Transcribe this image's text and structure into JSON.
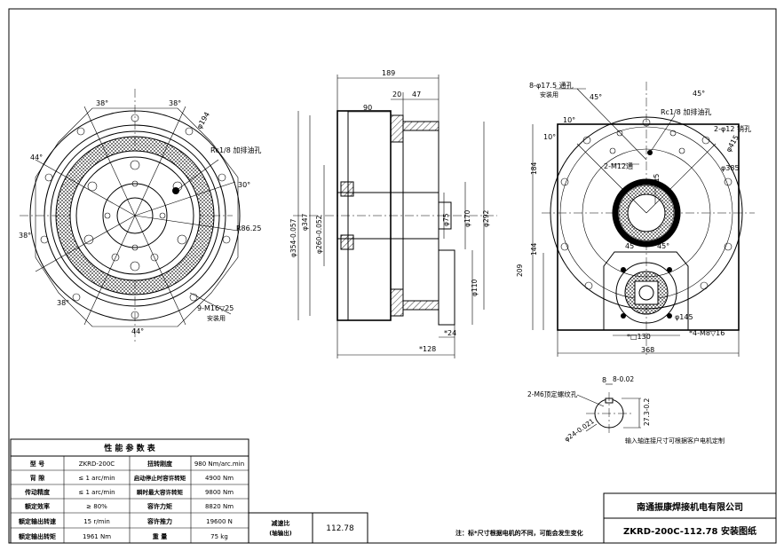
{
  "front_view": {
    "angles": [
      "38°",
      "38°",
      "44°",
      "38°",
      "38°",
      "44°",
      "30°"
    ],
    "d194": "φ194",
    "rc_note": "Rc1/8 加排油孔",
    "r86": "R86.25",
    "holes_label": "9-M16▽25",
    "holes_note": "安装用"
  },
  "side_view": {
    "d189": "189",
    "d90": "90",
    "d20": "20",
    "d47": "47",
    "d354": "φ354-0.057",
    "d347": "φ347",
    "d260": "φ260-0.052",
    "d75": "φ75",
    "d170": "φ170",
    "d292": "φ292",
    "d110": "φ110",
    "d24": "*24",
    "d128": "*128"
  },
  "back_view": {
    "holes_label": "8-φ17.5 通孔",
    "holes_note": "安装用",
    "a45_left": "45°",
    "a45_top": "45°",
    "a10a": "10°",
    "a10b": "10°",
    "rc_note": "Rc1/8 加排油孔",
    "m12_side": "2-φ12 销孔",
    "d415": "φ415",
    "m12": "2-M12通",
    "d115": "115",
    "d385": "φ385",
    "d184": "184",
    "d209": "209",
    "d144": "144",
    "a45_mid1": "45°",
    "a45_mid2": "45°",
    "d145": "φ145",
    "m8": "*4-M8▽16",
    "d130": "*□130",
    "d368": "368"
  },
  "shaft_detail": {
    "key": "8-0.02",
    "d8": "8",
    "d27": "27.3-0.2",
    "d24": "φ24-0.021",
    "screw": "2-M6顶定螺纹孔",
    "note": "输入轴连接尺寸可根据客户电机定制"
  },
  "params_table": {
    "title": "性 能 参 数 表",
    "rows": [
      [
        "型  号",
        "ZKRD-200C",
        "扭转刚度",
        "980 Nm/arc.min"
      ],
      [
        "背  隙",
        "≤ 1 arc/min",
        "启动停止时容许转矩",
        "4900 Nm"
      ],
      [
        "传动精度",
        "≤ 1 arc/min",
        "瞬时最大容许转矩",
        "9800 Nm"
      ],
      [
        "额定效率",
        "≥ 80%",
        "容许力矩",
        "8820 Nm"
      ],
      [
        "额定输出转速",
        "15 r/min",
        "容许推力",
        "19600 N"
      ],
      [
        "额定输出转矩",
        "1961 Nm",
        "重  量",
        "75 kg"
      ]
    ],
    "ratio_label": "减速比",
    "ratio_sub": "(轴输出)",
    "ratio_value": "112.78"
  },
  "title_block": {
    "note": "注：标*尺寸根据电机的不同，可能会发生变化",
    "company": "南通振康焊接机电有限公司",
    "drawing": "ZKRD-200C-112.78 安装图纸"
  }
}
